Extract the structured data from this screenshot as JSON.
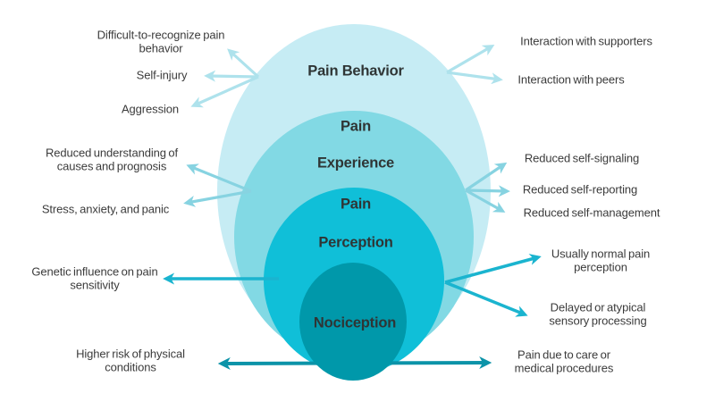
{
  "colors": {
    "ring1": "#c6ecf4",
    "ring2": "#82d9e4",
    "ring3": "#10bfd8",
    "ring4": "#0098aa",
    "arrow1": "#aee2ec",
    "arrow2": "#87d3e1",
    "arrow3": "#1ab4cf",
    "arrow4": "#0c93a8"
  },
  "rings": [
    {
      "name": "Pain Behavior",
      "lines": [
        "Pain Behavior"
      ]
    },
    {
      "name": "Pain Experience",
      "lines": [
        "Pain",
        "Experience"
      ]
    },
    {
      "name": "Pain Perception",
      "lines": [
        "Pain",
        "Perception"
      ]
    },
    {
      "name": "Nociception",
      "lines": [
        "Nociception"
      ]
    }
  ],
  "left_annotations": [
    {
      "text": "Difficult-to-recognize pain behavior"
    },
    {
      "text": "Self-injury"
    },
    {
      "text": "Aggression"
    },
    {
      "text": "Reduced understanding of causes and prognosis"
    },
    {
      "text": "Stress, anxiety, and panic"
    },
    {
      "text": "Genetic influence on pain sensitivity"
    },
    {
      "text": "Higher risk of physical conditions"
    }
  ],
  "right_annotations": [
    {
      "text": "Interaction with supporters"
    },
    {
      "text": "Interaction with peers"
    },
    {
      "text": "Reduced self-signaling"
    },
    {
      "text": "Reduced self-reporting"
    },
    {
      "text": "Reduced self-management"
    },
    {
      "text": "Usually normal pain perception"
    },
    {
      "text": "Delayed or atypical sensory processing"
    },
    {
      "text": "Pain due to care or medical procedures"
    }
  ]
}
